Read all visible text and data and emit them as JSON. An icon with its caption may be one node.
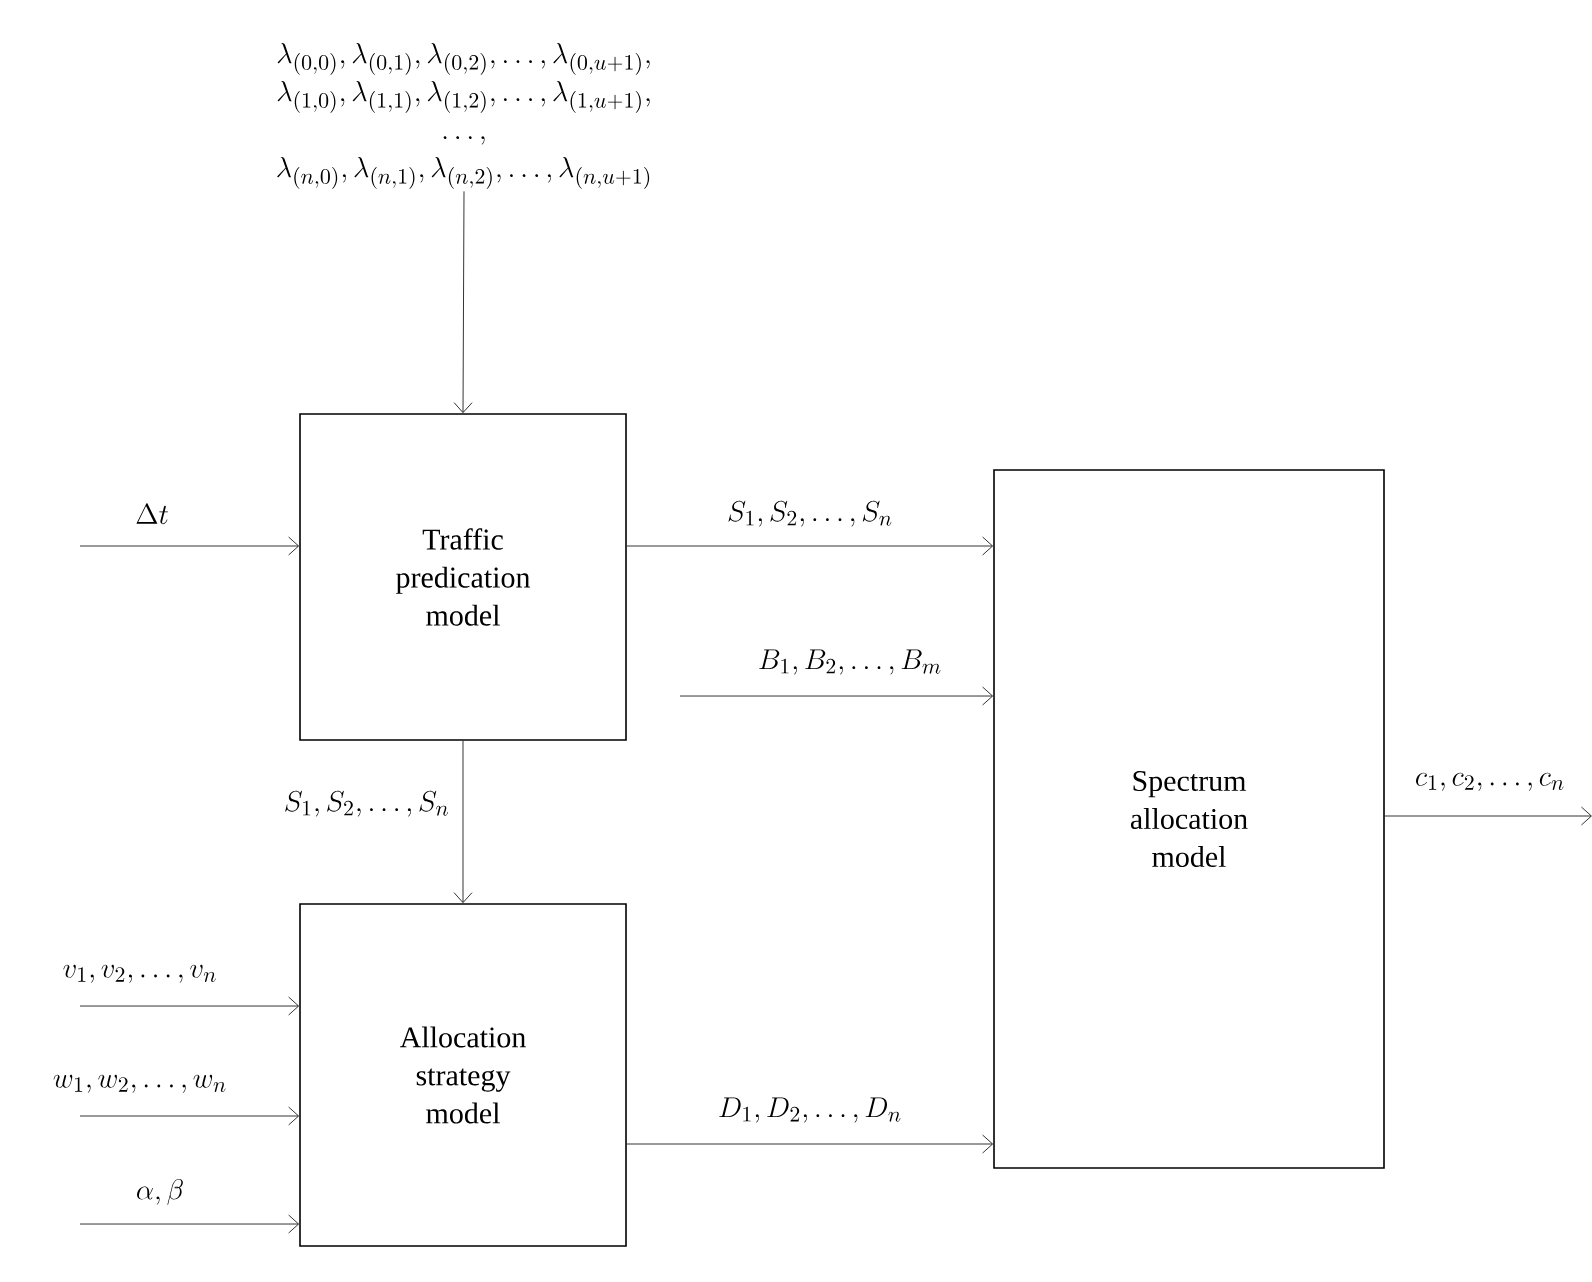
{
  "diagram": {
    "nodes": [
      {
        "text": [
          "Traffic predication model"
        ]
      },
      {
        "text": [
          "Allocation strategy model"
        ]
      },
      {
        "text": [
          "Spectrum allocation model"
        ]
      },
      {
        "text": [
          "\\lambda_{(0,0)}, \\lambda_{(0,1)}, \\lambda_{(0,2)}, \\ldots, \\lambda_{(0,u+1)},",
          "\\lambda_{(1,0)}, \\lambda_{(1,1)}, \\lambda_{(1,2)}, \\ldots, \\lambda_{(1,u+1)},",
          "\\ldots,",
          "\\lambda_{(n,0)}, \\lambda_{(n,1)}, \\lambda_{(n,2)}, \\ldots, \\lambda_{(n,u+1)}"
        ]
      }
    ],
    "edges": [
      {
        "from": 3,
        "to": 0,
        "arrow": "to"
      },
      {
        "from": null,
        "to": 0,
        "arrow": "to",
        "label": "\\Delta t"
      },
      {
        "from": 0,
        "to": 2,
        "arrow": "to",
        "label": "S_1, S_2, \\ldots, S_n"
      },
      {
        "from": null,
        "to": 2,
        "arrow": "to",
        "label": "B_1, B_2, \\ldots, B_m"
      },
      {
        "from": 0,
        "to": 1,
        "arrow": "to",
        "label": "S_1, S_2, \\ldots, S_n"
      },
      {
        "from": null,
        "to": 1,
        "arrow": "to",
        "label": "v_1, v_2, \\ldots, v_n"
      },
      {
        "from": null,
        "to": 1,
        "arrow": "to",
        "label": "w_1, w_2, \\ldots, w_n"
      },
      {
        "from": null,
        "to": 1,
        "arrow": "to",
        "label": "\\alpha, \\beta"
      },
      {
        "from": 1,
        "to": 2,
        "arrow": "to",
        "label": "D_1, D_2, \\ldots, D_n"
      },
      {
        "from": 2,
        "to": null,
        "arrow": "to",
        "label": "c_1, c_2, \\ldots, c_n"
      }
    ]
  }
}
